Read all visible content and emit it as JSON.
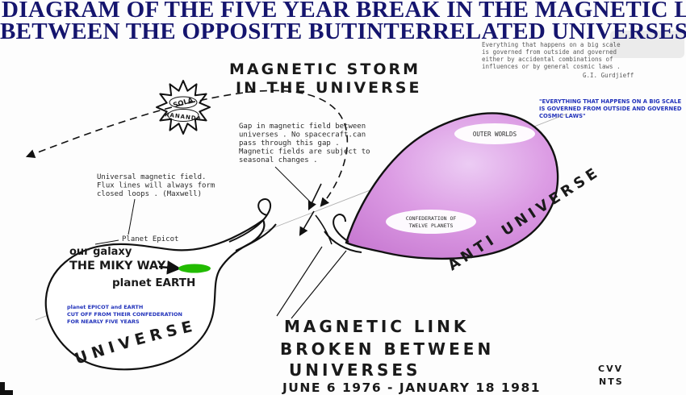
{
  "title": {
    "line1": "DIAGRAM OF THE FIVE YEAR BREAK IN THE MAGNETIC LINK",
    "line2": "BETWEEN THE OPPOSITE BUTINTERRELATED UNIVERSES"
  },
  "gurdjieff_quote": {
    "line1": "Everything that happens on a big scale",
    "line2": "is governed from outside and governed",
    "line3": "either by accidental combinations of",
    "line4": "influences or by general cosmic laws .",
    "attribution": "G.I. Gurdjieff"
  },
  "blue_quote": {
    "line1": "\"EVERYTHING THAT HAPPENS ON A BIG SCALE",
    "line2": "IS GOVERNED FROM OUTSIDE AND GOVERNED",
    "line3": "COSMIC LAWS\""
  },
  "storm": {
    "line1": "MAGNETIC STORM",
    "line2": "IN THE UNIVERSE"
  },
  "sun": {
    "top": "SOLA",
    "bottom": "KANANDA"
  },
  "gap_note": {
    "line1": "Gap in magnetic field between",
    "line2": "universes . No spacecraft.can",
    "line3": "pass through this gap .",
    "line4": "Magnetic fields are subject to",
    "line5": "seasonal changes ."
  },
  "maxwell_note": {
    "line1": "Universal magnetic field.",
    "line2": "Flux lines will always form",
    "line3": "closed loops . (Maxwell)"
  },
  "universe": {
    "label": "UNIVERSE",
    "planet_epicot": "Planet Epicot",
    "our_galaxy": "our galaxy",
    "milky_way": "THE MIKY WAY",
    "planet_earth": "planet EARTH",
    "cutoff_line1": "planet EPICOT and EARTH",
    "cutoff_line2": "CUT OFF FROM THEIR CONFEDERATION",
    "cutoff_line3": "FOR NEARLY FIVE YEARS"
  },
  "anti_universe": {
    "label": "ANTI UNIVERSE",
    "outer_worlds": "OUTER WORLDS",
    "confed_line1": "CONFEDERATION OF",
    "confed_line2": "TWELVE PLANETS"
  },
  "broken_link": {
    "line1": "MAGNETIC LINK",
    "line2": "BROKEN BETWEEN",
    "line3": "UNIVERSES",
    "dates": "JUNE 6 1976 - JANUARY 18 1981"
  },
  "initials": {
    "line1": "CVV",
    "line2": "NTS"
  },
  "colors": {
    "title": "#15156e",
    "ink": "#1a1a1a",
    "green": "#22bb00",
    "blue_text": "#1515aa",
    "blue_small": "#2233bb",
    "magenta_fill": "#cf7fd8"
  }
}
